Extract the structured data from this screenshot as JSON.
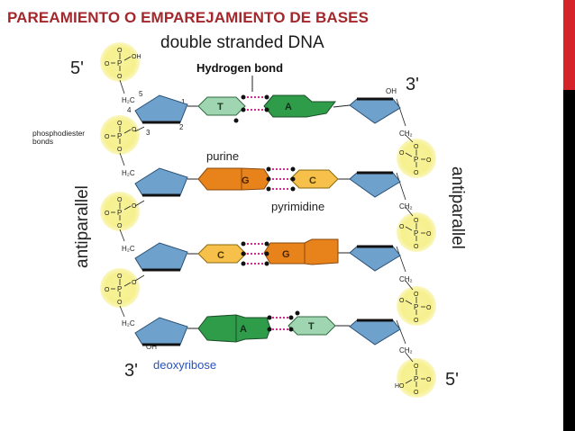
{
  "slide": {
    "title": "PAREAMIENTO O EMPAREJAMIENTO DE BASES"
  },
  "diagram": {
    "heading": "double stranded DNA",
    "hydrogen_bond_label": "Hydrogen bond",
    "purine_label": "purine",
    "pyrimidine_label": "pyrimidine",
    "deoxyribose_label": "deoxyribose",
    "phosphodiester_label_line1": "phosphodiester",
    "phosphodiester_label_line2": "bonds",
    "antiparallel_label": "antiparallel",
    "left_strand": {
      "top_end": "5'",
      "bottom_end": "3'"
    },
    "right_strand": {
      "top_end": "3'",
      "bottom_end": "5'"
    },
    "carbon_numbers": [
      "5",
      "4",
      "3",
      "2",
      "1"
    ],
    "chem": {
      "phosphorus": "P",
      "oxygen": "O",
      "hydroxyl": "OH",
      "hydroxyl_left": "HO",
      "methylene": "H₂C",
      "methylene_right": "CH₂"
    },
    "base_pairs": [
      {
        "left_base": "T",
        "right_base": "A",
        "left_type": "pyrimidine",
        "right_type": "purine",
        "hbonds": 2
      },
      {
        "left_base": "G",
        "right_base": "C",
        "left_type": "purine",
        "right_type": "pyrimidine",
        "hbonds": 3
      },
      {
        "left_base": "C",
        "right_base": "G",
        "left_type": "pyrimidine",
        "right_type": "purine",
        "hbonds": 3
      },
      {
        "left_base": "A",
        "right_base": "T",
        "left_type": "purine",
        "right_type": "pyrimidine",
        "hbonds": 2
      }
    ],
    "colors": {
      "sugar": "#6ea1cc",
      "thymine": "#9fd5b0",
      "adenine": "#2e9c48",
      "guanine": "#e8831c",
      "cytosine": "#f6c04a",
      "phosphate_glow": "#f4ee8a",
      "hbond": "#cc2f8c",
      "title": "#a3272b",
      "label_blue": "#2a52b8"
    }
  }
}
